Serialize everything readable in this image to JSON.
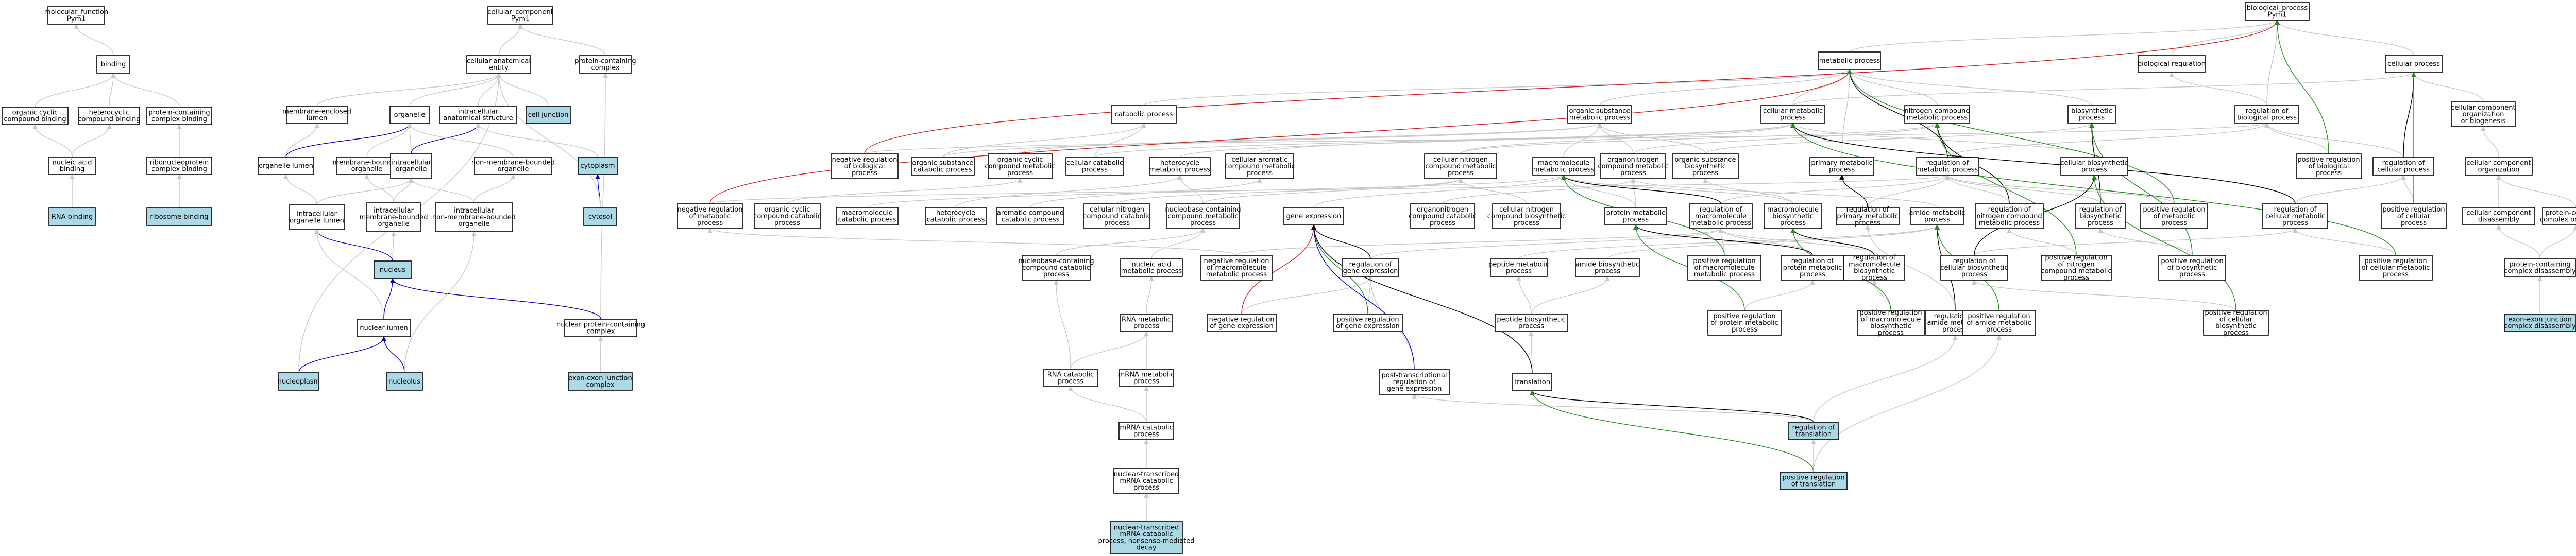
{
  "colors": {
    "gray": "#c8c8c8",
    "black": "#000000",
    "blue": "#0000cd",
    "green": "#228b22",
    "red": "#cd2020",
    "highlight": "#add8e6"
  },
  "nodes": {
    "mf": "molecular_function\nPym1",
    "binding": "binding",
    "ocb": "organic cyclic\ncompound binding",
    "hcb": "heterocyclic\ncompound binding",
    "pccb": "protein-containing\ncomplex binding",
    "nab": "nucleic acid\nbinding",
    "rnpcb": "ribonucleoprotein\ncomplex binding",
    "rnab": "RNA binding",
    "ribb": "ribosome binding",
    "cc": "cellular_component\nPym1",
    "cae": "cellular anatomical\nentity",
    "pcc": "protein-containing\ncomplex",
    "mel": "membrane-enclosed\nlumen",
    "org": "organelle",
    "ics": "intracellular\nanatomical structure",
    "cj": "cell junction",
    "orgl": "organelle lumen",
    "mbo": "membrane-bounded\norganelle",
    "io": "intracellular\norganelle",
    "nmbo": "non-membrane-bounded\norganelle",
    "cyto": "cytoplasm",
    "iol": "intracellular\norganelle lumen",
    "imbo": "intracellular\nmembrane-bounded\norganelle",
    "inmbo": "intracellular\nnon-membrane-bounded\norganelle",
    "cytosol": "cytosol",
    "nucleus": "nucleus",
    "nl": "nuclear lumen",
    "npcc": "nuclear protein-containing\ncomplex",
    "npl": "nucleoplasm",
    "nuc": "nucleolus",
    "eejc": "exon-exon junction\ncomplex",
    "bp": "biological_process\nPym1",
    "mp": "metabolic process",
    "breg": "biological regulation",
    "cp": "cellular process",
    "catp": "catabolic process",
    "osmp": "organic substance\nmetabolic process",
    "cmp": "cellular metabolic\nprocess",
    "ncmp": "nitrogen compound\nmetabolic process",
    "bsp": "biosynthetic\nprocess",
    "rbp": "regulation of\nbiological process",
    "ccob": "cellular component\norganization\nor biogenesis",
    "nrbp": "negative regulation\nof biological\nprocess",
    "oscp": "organic substance\ncatabolic process",
    "occmp": "organic cyclic\ncompound metabolic\nprocess",
    "ccp": "cellular catabolic\nprocess",
    "hmp": "heterocycle\nmetabolic process",
    "cacmp": "cellular aromatic\ncompound metabolic\nprocess",
    "cncmp": "cellular nitrogen\ncompound metabolic\nprocess",
    "mmp": "macromolecule\nmetabolic process",
    "oncmp": "organonitrogen\ncompound metabolic\nprocess",
    "osbp": "organic substance\nbiosynthetic\nprocess",
    "pmp": "primary metabolic\nprocess",
    "rmp": "regulation of\nmetabolic process",
    "cbp": "cellular biosynthetic\nprocess",
    "prbp": "positive regulation\nof biological\nprocess",
    "rcp": "regulation of\ncellular process",
    "cco": "cellular component\norganization",
    "nrmp": "negative regulation\nof metabolic\nprocess",
    "occcp": "organic cyclic\ncompound catabolic\nprocess",
    "mcp": "macromolecule\ncatabolic process",
    "hcp": "heterocycle\ncatabolic process",
    "accp": "aromatic compound\ncatabolic process",
    "cnccp": "cellular nitrogen\ncompound catabolic\nprocess",
    "nbcmp": "nucleobase-containing\ncompound metabolic\nprocess",
    "ge": "gene expression",
    "onccp": "organonitrogen\ncompound catabolic\nprocess",
    "cncbp": "cellular nitrogen\ncompound biosynthetic\nprocess",
    "osmp2": "organic substance\ncatabolic process",
    "prmp": "protein metabolic\nprocess",
    "rmmp": "regulation of\nmacromolecule\nmetabolic process",
    "mbp": "macromolecule\nbiosynthetic\nprocess",
    "rpmp": "regulation of\nprimary metabolic\nprocess",
    "amp": "amide metabolic\nprocess",
    "rncmp": "regulation of\nnitrogen compound\nmetabolic process",
    "rbsp": "regulation of\nbiosynthetic\nprocess",
    "prmp2": "positive regulation\nof metabolic\nprocess",
    "rcmp": "regulation of\ncellular metabolic\nprocess",
    "prcp": "positive regulation\nof cellular\nprocess",
    "ccd": "cellular component\ndisassembly",
    "pccd": "protein-containing\ncomplex organization",
    "nbccp": "nucleobase-containing\ncompound catabolic\nprocess",
    "nacmp": "nucleic acid\nmetabolic process",
    "nrmmp": "negative regulation\nof macromolecule\nmetabolic process",
    "rge": "regulation of\ngene expression",
    "pepmp": "peptide metabolic\nprocess",
    "abp": "amide biosynthetic\nprocess",
    "prmmp": "positive regulation\nof macromolecule\nmetabolic process",
    "rpmp2": "regulation of\nprotein metabolic\nprocess",
    "rmbp": "regulation of\nmacromolecule\nbiosynthetic\nprocess",
    "rcbp": "regulation of\ncellular biosynthetic\nprocess",
    "prncmp": "positive regulation\nof nitrogen\ncompound metabolic\nprocess",
    "prbsp": "positive regulation\nof biosynthetic\nprocess",
    "prcmp": "positive regulation\nof cellular metabolic\nprocess",
    "pccdis": "protein-containing\ncomplex disassembly",
    "rnamp": "RNA metabolic\nprocess",
    "nrge": "negative regulation\nof gene expression",
    "prge": "positive regulation\nof gene expression",
    "pepbp": "peptide biosynthetic\nprocess",
    "prprmp": "positive regulation\nof protein metabolic\nprocess",
    "ram": "regulation of\namide metabolic\nprocess",
    "prmbp": "positive regulation\nof macromolecule\nbiosynthetic\nprocess",
    "pram": "positive regulation\nof amide metabolic\nprocess",
    "prcbp": "positive regulation\nof cellular\nbiosynthetic\nprocess",
    "eejcd": "exon-exon junction\ncomplex disassembly",
    "rnacp": "RNA catabolic\nprocess",
    "mrnamp": "mRNA metabolic\nprocess",
    "ptrge": "post-transcriptional\nregulation of\ngene expression",
    "trans": "translation",
    "mrnacp": "mRNA catabolic\nprocess",
    "rtrans": "regulation of\ntranslation",
    "ntmcp": "nuclear-transcribed\nmRNA catabolic\nprocess",
    "prtrans": "positive regulation\nof translation",
    "nmd": "nuclear-transcribed\nmRNA catabolic\nprocess, nonsense-mediated\ndecay"
  }
}
